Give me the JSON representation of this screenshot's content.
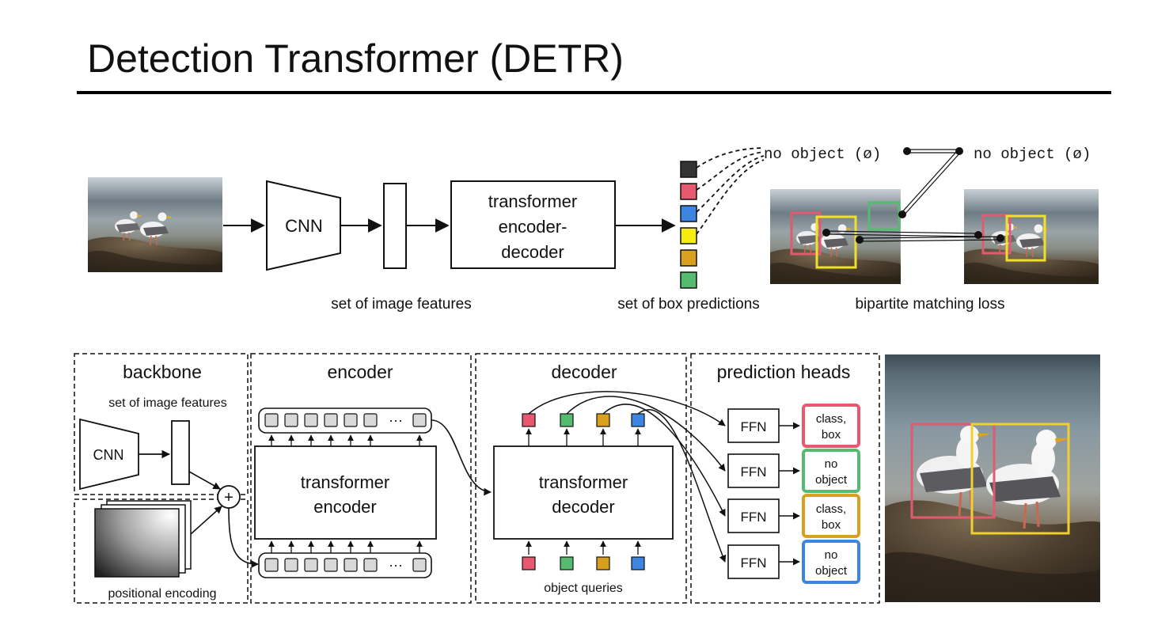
{
  "title": "Detection Transformer (DETR)",
  "colors": {
    "pink": "#e8586e",
    "green": "#55bb70",
    "blue": "#3c85e0",
    "yellow": "#f4ec12",
    "gold": "#d9a020",
    "dark": "#333333",
    "box_yellow": "#f0e02a",
    "box_pink": "#e05a70"
  },
  "top": {
    "cnn": "CNN",
    "transformer": [
      "transformer",
      "encoder-",
      "decoder"
    ],
    "features_caption": "set of image features",
    "box_caption": "set of box predictions",
    "matching_caption": "bipartite matching loss",
    "no_object_left": "no object (ø)",
    "no_object_right": "no object (ø)"
  },
  "bottom": {
    "backbone": {
      "title": "backbone",
      "features_label": "set of image features",
      "cnn": "CNN",
      "plus": "+",
      "positional_label": "positional encoding"
    },
    "encoder": {
      "title": "encoder",
      "body": [
        "transformer",
        "encoder"
      ],
      "ellipsis": "···"
    },
    "decoder": {
      "title": "decoder",
      "body": [
        "transformer",
        "decoder"
      ],
      "queries_label": "object queries"
    },
    "heads": {
      "title": "prediction heads",
      "ffn": "FFN",
      "outputs": [
        {
          "lines": [
            "class,",
            "box"
          ],
          "color": "#e8586e"
        },
        {
          "lines": [
            "no",
            "object"
          ],
          "color": "#55bb70"
        },
        {
          "lines": [
            "class,",
            "box"
          ],
          "color": "#d9a020"
        },
        {
          "lines": [
            "no",
            "object"
          ],
          "color": "#3c85e0"
        }
      ]
    }
  }
}
